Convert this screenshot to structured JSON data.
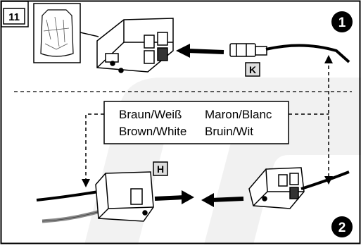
{
  "figure_number": "11",
  "steps": [
    {
      "number": "1"
    },
    {
      "number": "2"
    }
  ],
  "connector_labels": {
    "k": "K",
    "h": "H"
  },
  "wire_color_labels": {
    "de": "Braun/Weiß",
    "fr": "Maron/Blanc",
    "en": "Brown/White",
    "nl": "Bruin/Wit"
  }
}
